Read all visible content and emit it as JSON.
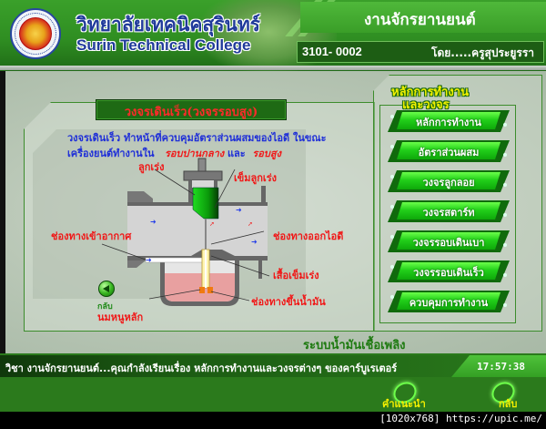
{
  "header": {
    "college_name_th": "วิทยาลัยเทคนิคสุรินทร์",
    "college_name_en": "Surin Technical College",
    "department": "งานจักรยานยนต์",
    "course_code": "3101- 0002",
    "teacher": "โดย.....ครูสุประยูรรา",
    "logo_icon": "college-seal-icon"
  },
  "content": {
    "topic_title": "วงจรเดินเร็ว(วงจรรอบสูง)",
    "description_line1": "วงจรเดินเร็ว ทำหน้าที่ควบคุมอัตราส่วนผสมของไอดี ในขณะ",
    "description_line2_prefix": "เครื่องยนต์ทำงานใน",
    "description_highlight1": "รอบปานกลาง",
    "description_and": "และ",
    "description_highlight2": "รอบสูง",
    "diagram_labels": {
      "throttle_slide": "ลูกเร่ง",
      "jet_needle": "เข็มลูกเร่ง",
      "air_inlet": "ช่องทางเข้าอากาศ",
      "mixture_outlet": "ช่องทางออกไอดี",
      "needle_jet": "เสื้อเข็มเร่ง",
      "fuel_passage": "ช่องทางขึ้นน้ำมัน",
      "main_jet": "นมหนูหลัก"
    },
    "back_label": "กลับ",
    "section_title": "ระบบน้ำมันเชื้อเพลิง"
  },
  "menu": {
    "title_line1": "หลักการทำงาน",
    "title_line2": "และวงจร",
    "items": [
      {
        "label": "หลักการทำงาน"
      },
      {
        "label": "อัตราส่วนผสม"
      },
      {
        "label": "วงจรลูกลอย"
      },
      {
        "label": "วงจรสตาร์ท"
      },
      {
        "label": "วงจรรอบเดินเบา"
      },
      {
        "label": "วงจรรอบเดินเร็ว"
      },
      {
        "label": "ควบคุมการทำงาน"
      }
    ]
  },
  "status": {
    "text": "วิชา งานจักรยานยนต์...คุณกำลังเรียนเรื่อง  หลักการทำงานและวงจรต่างๆ ของคาร์บูเรเตอร์",
    "time": "17:57:38"
  },
  "footer": {
    "help_label": "คำแนะนำ",
    "back_label": "กลับ"
  },
  "watermark": "[1020x768] https://upic.me/",
  "colors": {
    "brand_green": "#2f8e22",
    "menu_button": "#22d01a",
    "label_red": "#f01818",
    "desc_blue": "#1f2fd8",
    "title_yellow": "#f0f000"
  }
}
